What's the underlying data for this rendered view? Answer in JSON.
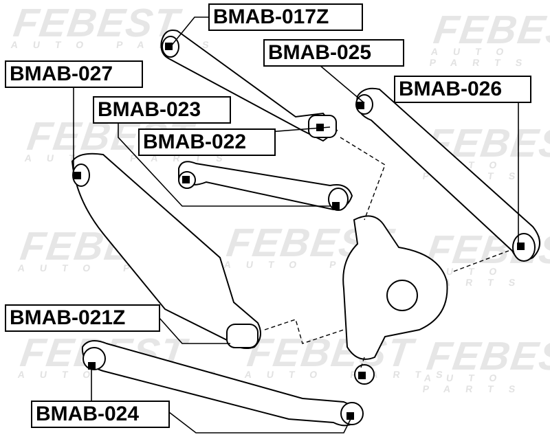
{
  "watermark": {
    "brand": "FEBEST",
    "sub": "AUTO PARTS"
  },
  "labels": {
    "bmab_017z": "BMAB-017Z",
    "bmab_025": "BMAB-025",
    "bmab_027": "BMAB-027",
    "bmab_026": "BMAB-026",
    "bmab_023": "BMAB-023",
    "bmab_022": "BMAB-022",
    "bmab_021z": "BMAB-021Z",
    "bmab_024": "BMAB-024"
  }
}
